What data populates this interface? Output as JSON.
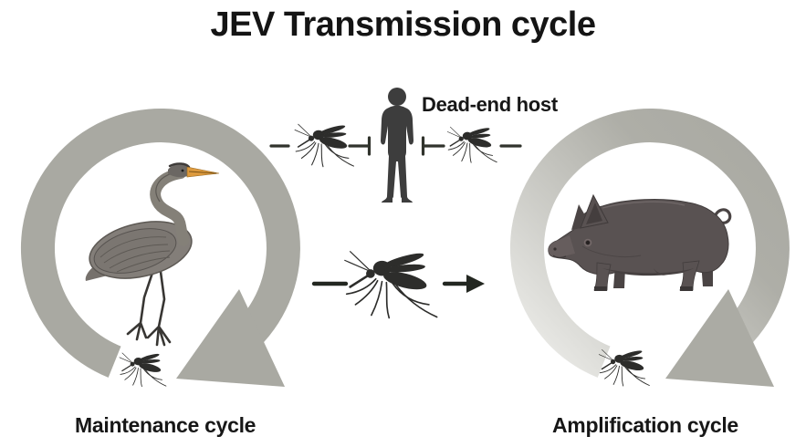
{
  "title": "JEV Transmission cycle",
  "cycles": {
    "maintenance": {
      "label": "Maintenance cycle",
      "host_icon": "heron-icon",
      "vector_icon": "mosquito-icon"
    },
    "amplification": {
      "label": "Amplification cycle",
      "host_icon": "pig-icon",
      "vector_icon": "mosquito-icon"
    }
  },
  "dead_end": {
    "label": "Dead-end host",
    "host_icon": "human-icon"
  },
  "connections": [
    {
      "from": "maintenance-cycle",
      "via": "mosquito",
      "to": "dead-end-host",
      "type": "blocked"
    },
    {
      "from": "amplification-cycle",
      "via": "mosquito",
      "to": "dead-end-host",
      "type": "blocked"
    },
    {
      "from": "maintenance-cycle",
      "via": "mosquito",
      "to": "amplification-cycle",
      "type": "arrow"
    }
  ],
  "colors": {
    "background": "#ffffff",
    "ring_grey": "#a9a9a2",
    "ring_light": "#f0f0ec",
    "mosquito_dark": "#2d2d2b",
    "human_grey": "#3d3d3d",
    "pig_body": "#595252",
    "bird_body": "#837e79",
    "beak_orange": "#dd9a3e",
    "line_dark": "#30332c",
    "text": "#141414"
  }
}
